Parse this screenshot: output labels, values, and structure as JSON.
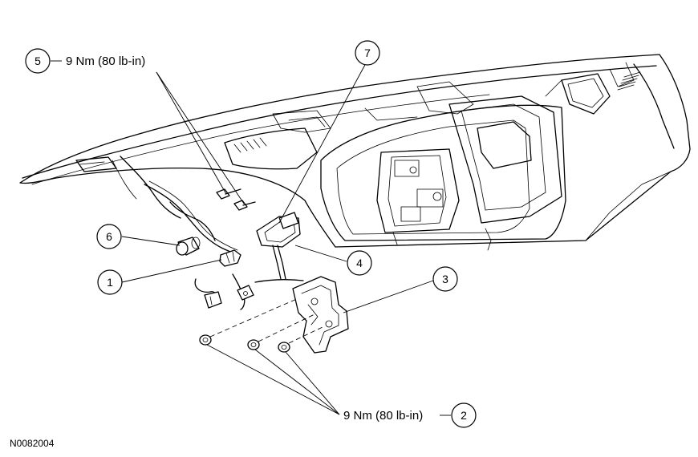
{
  "figure_id": "N0082004",
  "callouts": [
    {
      "number": "1",
      "label": ""
    },
    {
      "number": "2",
      "label": "9 Nm (80 lb-in)"
    },
    {
      "number": "3",
      "label": ""
    },
    {
      "number": "4",
      "label": ""
    },
    {
      "number": "5",
      "label": "9 Nm (80 lb-in)"
    },
    {
      "number": "6",
      "label": ""
    },
    {
      "number": "7",
      "label": ""
    }
  ]
}
